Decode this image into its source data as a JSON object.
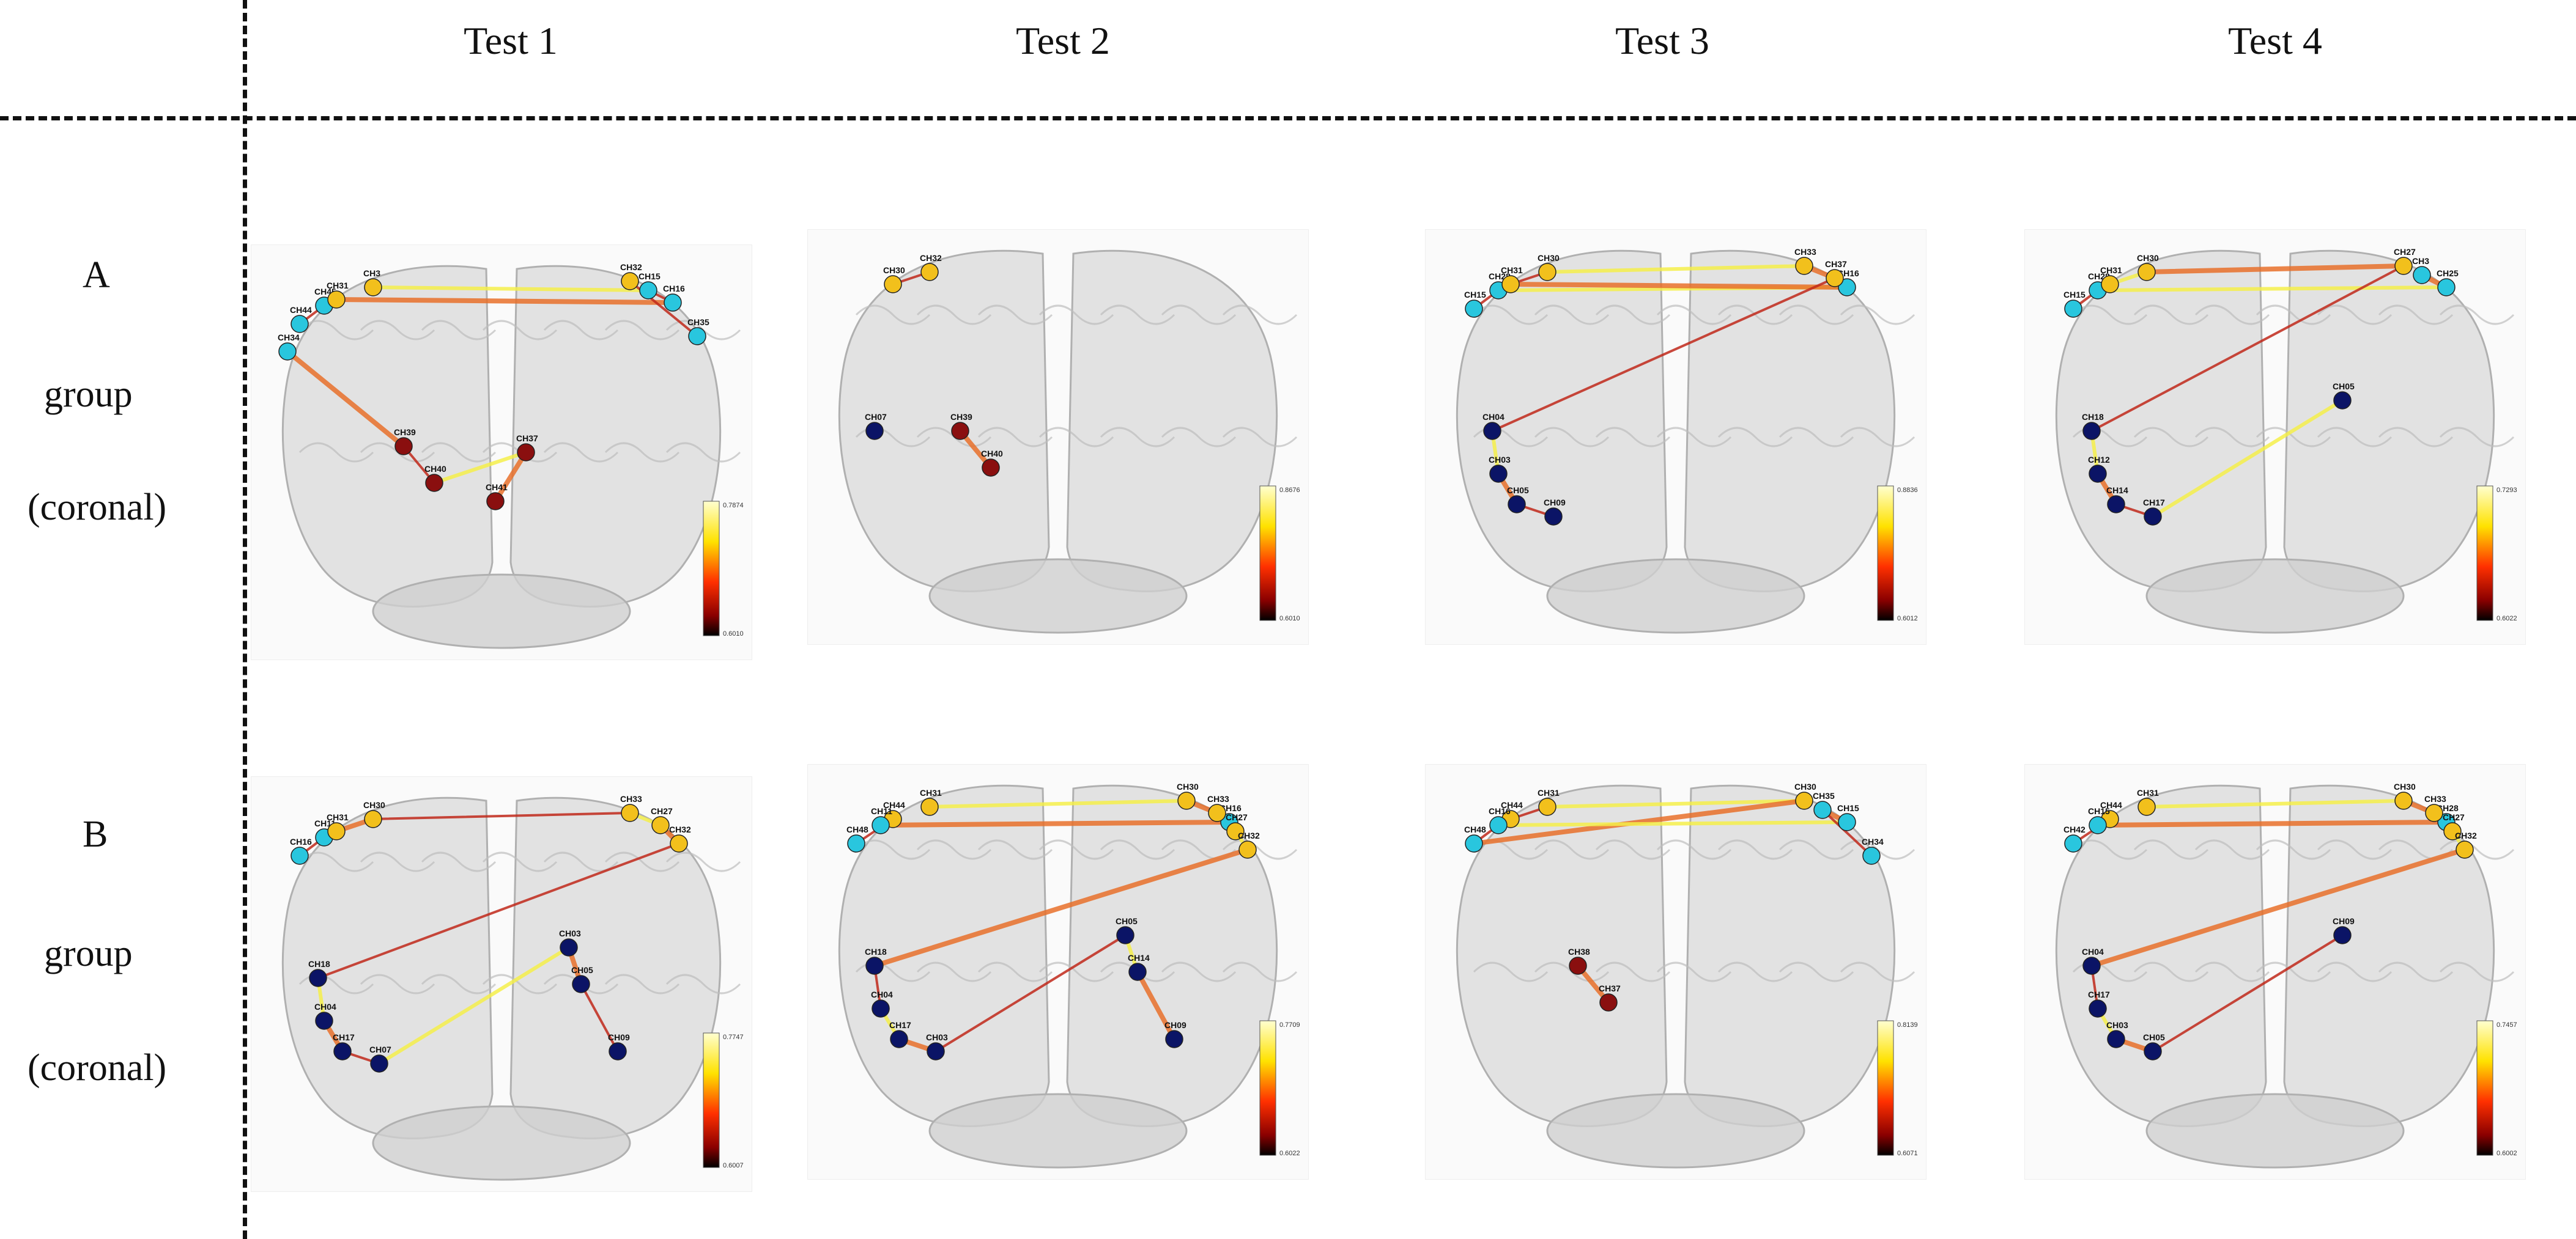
{
  "columns": [
    "Test 1",
    "Test 2",
    "Test 3",
    "Test 4"
  ],
  "rows": [
    {
      "letter": "A",
      "line2": "group",
      "line3": "(coronal)"
    },
    {
      "letter": "B",
      "line2": "group",
      "line3": "(coronal)"
    }
  ],
  "panels": [
    {
      "id": "A1",
      "scale_max": "0.7874",
      "scale_min": "0.6010",
      "nodes": [
        {
          "label": "CH44",
          "type": "cyan"
        },
        {
          "label": "CH45",
          "type": "cyan"
        },
        {
          "label": "CH31",
          "type": "gold"
        },
        {
          "label": "CH16",
          "type": "cyan"
        },
        {
          "label": "CH15",
          "type": "cyan"
        },
        {
          "label": "CH3",
          "type": "gold"
        },
        {
          "label": "CH35",
          "type": "cyan"
        },
        {
          "label": "CH32",
          "type": "gold"
        },
        {
          "label": "CH34",
          "type": "cyan"
        },
        {
          "label": "CH39",
          "type": "red"
        },
        {
          "label": "CH40",
          "type": "red"
        },
        {
          "label": "CH37",
          "type": "red"
        },
        {
          "label": "CH41",
          "type": "red"
        }
      ]
    },
    {
      "id": "A2",
      "scale_max": "0.8676",
      "scale_min": "0.6010",
      "nodes": [
        {
          "label": "CH30",
          "type": "gold"
        },
        {
          "label": "CH32",
          "type": "gold"
        },
        {
          "label": "CH39",
          "type": "red"
        },
        {
          "label": "CH40",
          "type": "red"
        },
        {
          "label": "CH07",
          "type": "navy"
        }
      ]
    },
    {
      "id": "A3",
      "scale_max": "0.8836",
      "scale_min": "0.6012",
      "nodes": [
        {
          "label": "CH15",
          "type": "cyan"
        },
        {
          "label": "CH28",
          "type": "cyan"
        },
        {
          "label": "CH16",
          "type": "cyan"
        },
        {
          "label": "CH31",
          "type": "gold"
        },
        {
          "label": "CH30",
          "type": "gold"
        },
        {
          "label": "CH33",
          "type": "gold"
        },
        {
          "label": "CH37",
          "type": "gold"
        },
        {
          "label": "CH04",
          "type": "navy"
        },
        {
          "label": "CH03",
          "type": "navy"
        },
        {
          "label": "CH05",
          "type": "navy"
        },
        {
          "label": "CH09",
          "type": "navy"
        }
      ]
    },
    {
      "id": "A4",
      "scale_max": "0.7293",
      "scale_min": "0.6022",
      "nodes": [
        {
          "label": "CH15",
          "type": "cyan"
        },
        {
          "label": "CH28",
          "type": "cyan"
        },
        {
          "label": "CH25",
          "type": "cyan"
        },
        {
          "label": "CH3",
          "type": "cyan"
        },
        {
          "label": "CH31",
          "type": "gold"
        },
        {
          "label": "CH30",
          "type": "gold"
        },
        {
          "label": "CH27",
          "type": "gold"
        },
        {
          "label": "CH18",
          "type": "navy"
        },
        {
          "label": "CH12",
          "type": "navy"
        },
        {
          "label": "CH14",
          "type": "navy"
        },
        {
          "label": "CH17",
          "type": "navy"
        },
        {
          "label": "CH05",
          "type": "navy"
        }
      ]
    },
    {
      "id": "B1",
      "scale_max": "0.7747",
      "scale_min": "0.6007",
      "nodes": [
        {
          "label": "CH16",
          "type": "cyan"
        },
        {
          "label": "CH11",
          "type": "cyan"
        },
        {
          "label": "CH31",
          "type": "gold"
        },
        {
          "label": "CH30",
          "type": "gold"
        },
        {
          "label": "CH33",
          "type": "gold"
        },
        {
          "label": "CH27",
          "type": "gold"
        },
        {
          "label": "CH32",
          "type": "gold"
        },
        {
          "label": "CH18",
          "type": "navy"
        },
        {
          "label": "CH04",
          "type": "navy"
        },
        {
          "label": "CH17",
          "type": "navy"
        },
        {
          "label": "CH07",
          "type": "navy"
        },
        {
          "label": "CH03",
          "type": "navy"
        },
        {
          "label": "CH05",
          "type": "navy"
        },
        {
          "label": "CH09",
          "type": "navy"
        }
      ]
    },
    {
      "id": "B2",
      "scale_max": "0.7709",
      "scale_min": "0.6022",
      "nodes": [
        {
          "label": "CH48",
          "type": "cyan"
        },
        {
          "label": "CH44",
          "type": "gold"
        },
        {
          "label": "CH11",
          "type": "cyan"
        },
        {
          "label": "CH16",
          "type": "cyan"
        },
        {
          "label": "CH31",
          "type": "gold"
        },
        {
          "label": "CH30",
          "type": "gold"
        },
        {
          "label": "CH33",
          "type": "gold"
        },
        {
          "label": "CH27",
          "type": "gold"
        },
        {
          "label": "CH32",
          "type": "gold"
        },
        {
          "label": "CH18",
          "type": "navy"
        },
        {
          "label": "CH04",
          "type": "navy"
        },
        {
          "label": "CH17",
          "type": "navy"
        },
        {
          "label": "CH03",
          "type": "navy"
        },
        {
          "label": "CH05",
          "type": "navy"
        },
        {
          "label": "CH14",
          "type": "navy"
        },
        {
          "label": "CH09",
          "type": "navy"
        }
      ]
    },
    {
      "id": "B3",
      "scale_max": "0.8139",
      "scale_min": "0.6071",
      "nodes": [
        {
          "label": "CH44",
          "type": "gold"
        },
        {
          "label": "CH31",
          "type": "gold"
        },
        {
          "label": "CH30",
          "type": "gold"
        },
        {
          "label": "CH48",
          "type": "cyan"
        },
        {
          "label": "CH16",
          "type": "cyan"
        },
        {
          "label": "CH15",
          "type": "cyan"
        },
        {
          "label": "CH35",
          "type": "cyan"
        },
        {
          "label": "CH34",
          "type": "cyan"
        },
        {
          "label": "CH38",
          "type": "red"
        },
        {
          "label": "CH37",
          "type": "red"
        }
      ]
    },
    {
      "id": "B4",
      "scale_max": "0.7457",
      "scale_min": "0.6002",
      "nodes": [
        {
          "label": "CH42",
          "type": "cyan"
        },
        {
          "label": "CH44",
          "type": "gold"
        },
        {
          "label": "CH15",
          "type": "cyan"
        },
        {
          "label": "CH28",
          "type": "cyan"
        },
        {
          "label": "CH31",
          "type": "gold"
        },
        {
          "label": "CH30",
          "type": "gold"
        },
        {
          "label": "CH33",
          "type": "gold"
        },
        {
          "label": "CH27",
          "type": "gold"
        },
        {
          "label": "CH32",
          "type": "gold"
        },
        {
          "label": "CH04",
          "type": "navy"
        },
        {
          "label": "CH17",
          "type": "navy"
        },
        {
          "label": "CH03",
          "type": "navy"
        },
        {
          "label": "CH05",
          "type": "navy"
        },
        {
          "label": "CH09",
          "type": "navy"
        }
      ]
    }
  ],
  "colors": {
    "cyan": "#29c6de",
    "gold": "#f2c01c",
    "navy": "#0b1466",
    "red": "#8a0f0f",
    "edge_red": "#c0281a",
    "edge_yellow": "#f5ee4a",
    "edge_orange": "#e8702a"
  }
}
